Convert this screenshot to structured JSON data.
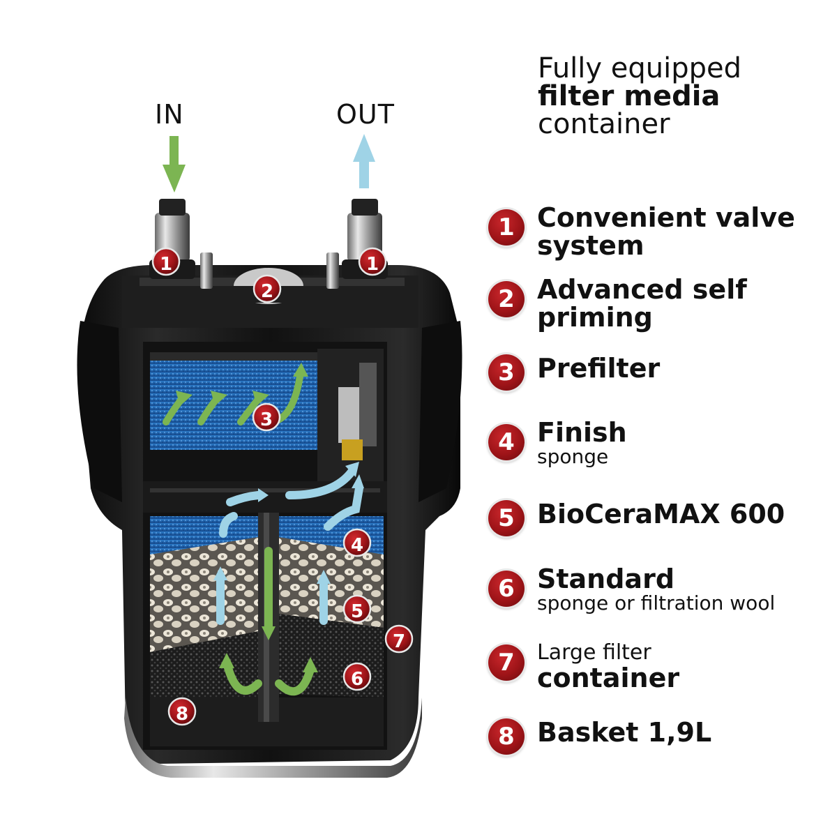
{
  "flow": {
    "in_label": "IN",
    "out_label": "OUT"
  },
  "headline": {
    "line1": "Fully equipped",
    "line2": "filter media",
    "line3": "container"
  },
  "features": [
    {
      "number": "1",
      "line1": "Convenient valve",
      "line2": "system"
    },
    {
      "number": "2",
      "line1": "Advanced self",
      "line2": "priming"
    },
    {
      "number": "3",
      "line1": "Prefilter"
    },
    {
      "number": "4",
      "line1": "Finish",
      "sub": "sponge"
    },
    {
      "number": "5",
      "line1": "BioCeraMAX 600"
    },
    {
      "number": "6",
      "line1": "Standard",
      "sub": "sponge or filtration wool"
    },
    {
      "number": "7",
      "pre": "Large filter",
      "line1": "container"
    },
    {
      "number": "8",
      "line1": "Basket 1,9L"
    }
  ],
  "diagram_badges": [
    "1",
    "1",
    "2",
    "3",
    "4",
    "5",
    "6",
    "7",
    "8"
  ],
  "colors": {
    "badge_red": "#9e1418",
    "inflow_green": "#7cb552",
    "outflow_blue": "#9fd3e6",
    "sponge_blue": "#1f5fa8",
    "housing_black": "#151515",
    "ceramic": "#e2dccd",
    "carbon": "#2b2b2b"
  }
}
